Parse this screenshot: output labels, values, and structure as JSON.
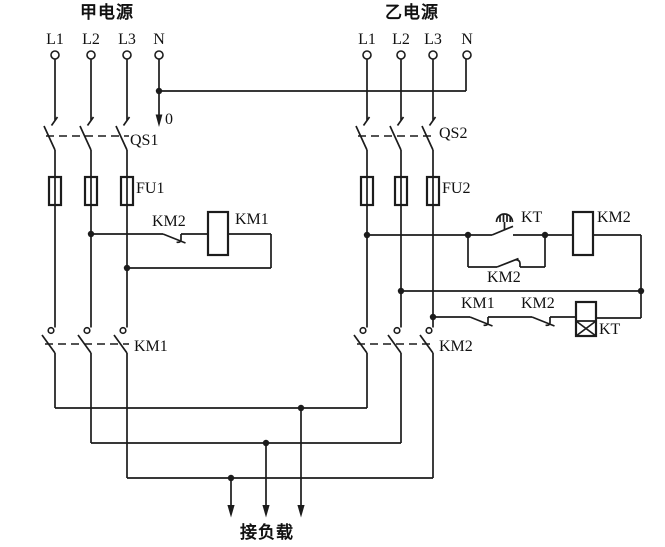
{
  "diagram": {
    "source_a": {
      "title": "甲电源",
      "terminals": [
        "L1",
        "L2",
        "L3",
        "N"
      ]
    },
    "source_b": {
      "title": "乙电源",
      "terminals": [
        "L1",
        "L2",
        "L3",
        "N"
      ]
    },
    "load_label": "接负载",
    "labels": {
      "neutral_tap": "0",
      "qs1": "QS1",
      "qs2": "QS2",
      "fu1": "FU1",
      "fu2": "FU2",
      "km1_main": "KM1",
      "km2_main": "KM2",
      "km2_nc_interlock_left": "KM2",
      "km1_coil": "KM1",
      "kt_delayed_contact": "KT",
      "km2_coil": "KM2",
      "km2_no_selfhold": "KM2",
      "km1_nc_interlock": "KM1",
      "km2_nc_kt_branch": "KM2",
      "kt_coil": "KT"
    },
    "colors": {
      "line": "#1c1c1c",
      "background": "#ffffff",
      "text": "#111111"
    }
  }
}
